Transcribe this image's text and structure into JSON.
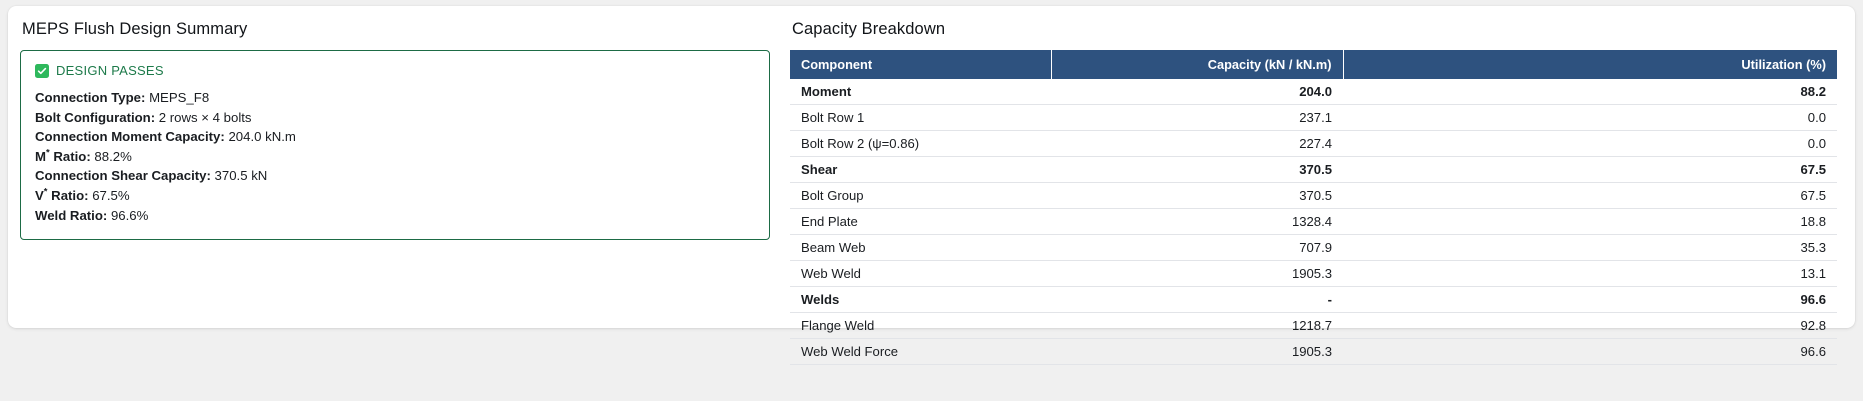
{
  "left_panel": {
    "title": "MEPS Flush Design Summary",
    "status": {
      "icon": "check-square-icon",
      "label": "DESIGN PASSES",
      "color": "#1d7a4a",
      "badge_color": "#2eb85c"
    },
    "fields": [
      {
        "key": "Connection Type:",
        "value": "MEPS_F8"
      },
      {
        "key": "Bolt Configuration:",
        "value": "2 rows × 4 bolts"
      },
      {
        "key": "Connection Moment Capacity:",
        "value": "204.0 kN.m"
      },
      {
        "key": "M",
        "key_sup": "*",
        "key_rest": " Ratio:",
        "value": "88.2%"
      },
      {
        "key": "Connection Shear Capacity:",
        "value": "370.5 kN"
      },
      {
        "key": "V",
        "key_sup": "*",
        "key_rest": " Ratio:",
        "value": "67.5%"
      },
      {
        "key": "Weld Ratio:",
        "value": "96.6%"
      }
    ],
    "border_color": "#1d6b45"
  },
  "right_panel": {
    "title": "Capacity Breakdown",
    "table": {
      "header_bg": "#2e527f",
      "columns": [
        "Component",
        "Capacity (kN / kN.m)",
        "Utilization (%)"
      ],
      "rows": [
        {
          "component": "Moment",
          "capacity": "204.0",
          "utilization": "88.2",
          "bold": true
        },
        {
          "component": "Bolt Row 1",
          "capacity": "237.1",
          "utilization": "0.0",
          "bold": false
        },
        {
          "component": "Bolt Row 2 (ψ=0.86)",
          "capacity": "227.4",
          "utilization": "0.0",
          "bold": false
        },
        {
          "component": "Shear",
          "capacity": "370.5",
          "utilization": "67.5",
          "bold": true
        },
        {
          "component": "Bolt Group",
          "capacity": "370.5",
          "utilization": "67.5",
          "bold": false
        },
        {
          "component": "End Plate",
          "capacity": "1328.4",
          "utilization": "18.8",
          "bold": false
        },
        {
          "component": "Beam Web",
          "capacity": "707.9",
          "utilization": "35.3",
          "bold": false
        },
        {
          "component": "Web Weld",
          "capacity": "1905.3",
          "utilization": "13.1",
          "bold": false
        },
        {
          "component": "Welds",
          "capacity": "-",
          "utilization": "96.6",
          "bold": true
        },
        {
          "component": "Flange Weld",
          "capacity": "1218.7",
          "utilization": "92.8",
          "bold": false
        },
        {
          "component": "Web Weld Force",
          "capacity": "1905.3",
          "utilization": "96.6",
          "bold": false
        }
      ]
    }
  }
}
